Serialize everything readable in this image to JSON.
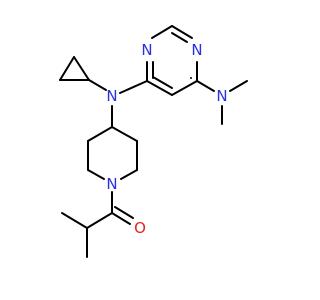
{
  "colors": {
    "carbon": "#000000",
    "nitrogen": "#2a2fe0",
    "oxygen": "#e62020",
    "background": "#ffffff"
  },
  "atoms": {
    "n_pyrimidine_top": "N",
    "n_pyrimidine_bottom": "N",
    "n_amine_cyclopropyl": "N",
    "n_dimethylamino": "N",
    "n_piperidine": "N",
    "o_carbonyl": "O"
  }
}
